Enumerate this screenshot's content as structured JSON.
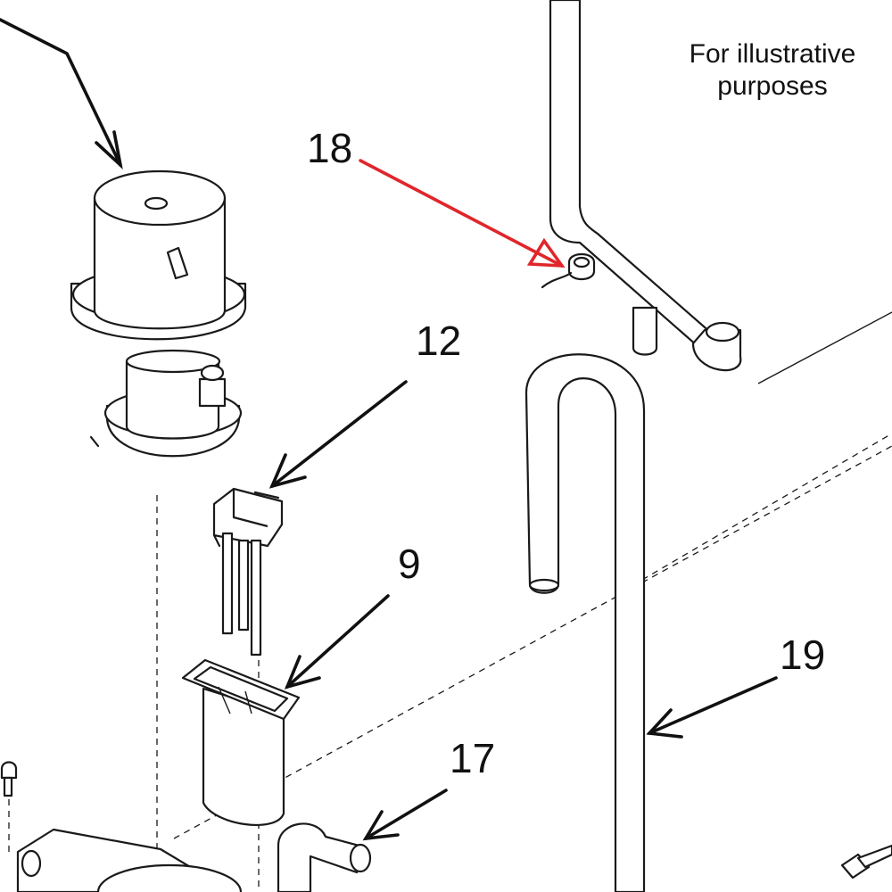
{
  "note": {
    "line1": "For illustrative",
    "line2": "purposes"
  },
  "callouts": [
    {
      "id": "18",
      "label": "18",
      "color": "#e0262b"
    },
    {
      "id": "12",
      "label": "12",
      "color": "#111111"
    },
    {
      "id": "9",
      "label": "9",
      "color": "#111111"
    },
    {
      "id": "19",
      "label": "19",
      "color": "#111111"
    },
    {
      "id": "17",
      "label": "17",
      "color": "#111111"
    }
  ],
  "colors": {
    "highlight_arrow": "#e0262b",
    "ink": "#111111",
    "background": "#ffffff"
  }
}
